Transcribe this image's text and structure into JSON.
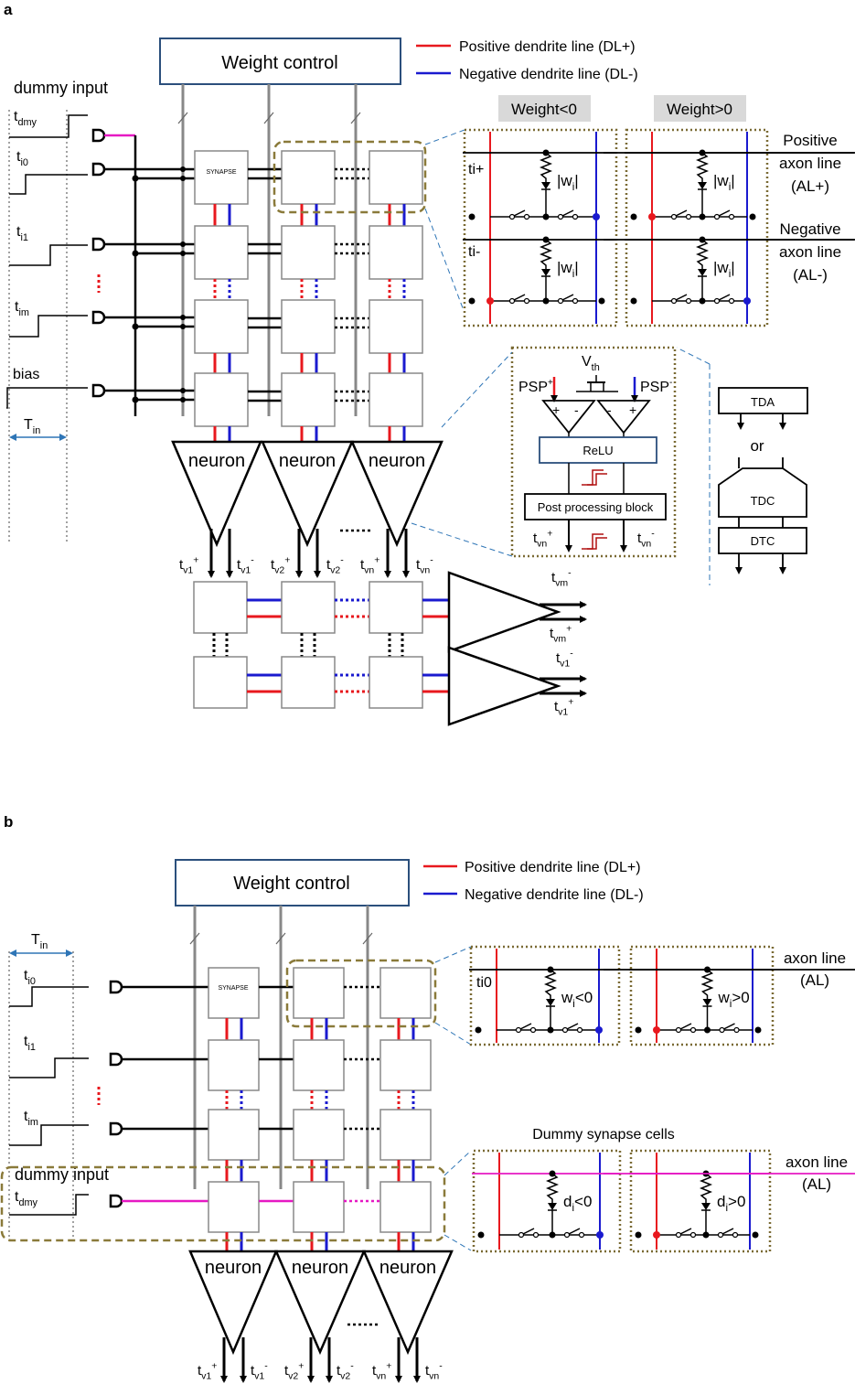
{
  "colors": {
    "positive_line": "#e8181e",
    "negative_line": "#1a1acf",
    "dummy": "#e619c3",
    "box_border": "#2b4f7c",
    "dashed_region": "#8a7a3a",
    "dotted_region": "#7a6a34",
    "weight_label_bg": "#d9d9d9",
    "arrow_blue": "#2e75b6",
    "dark_red": "#b01010"
  },
  "panel_a": {
    "label": "a",
    "weight_control": "Weight control",
    "legend": {
      "positive": "Positive dendrite line (DL+)",
      "negative": "Negative dendrite line (DL-)"
    },
    "dummy_input_label": "dummy input",
    "inputs": {
      "dmy": {
        "base": "t",
        "sub": "dmy"
      },
      "i0": {
        "base": "t",
        "sub": "i0"
      },
      "i1": {
        "base": "t",
        "sub": "i1"
      },
      "im": {
        "base": "t",
        "sub": "im"
      }
    },
    "bias_label": "bias",
    "tin": {
      "base": "T",
      "sub": "in"
    },
    "synapse_label": "SYNAPSE",
    "neuron_label": "neuron",
    "weight_neg_label": "Weight<0",
    "weight_pos_label": "Weight>0",
    "ti_plus": "ti+",
    "ti_minus": "ti-",
    "positive_axon_line": [
      "Positive",
      "axon line",
      "(AL+)"
    ],
    "negative_axon_line": [
      "Negative",
      "axon line",
      "(AL-)"
    ],
    "wi_label": {
      "pre": "|w",
      "sub": "i",
      "post": "|"
    },
    "vth": {
      "base": "V",
      "sub": "th"
    },
    "psp_plus": {
      "base": "PSP",
      "sup": "+"
    },
    "psp_minus": {
      "base": "PSP",
      "sup": "-"
    },
    "relu_label": "ReLU",
    "post_block_label": "Post processing block",
    "tvn_plus": {
      "base": "t",
      "sub": "vn",
      "sup": "+"
    },
    "tvn_minus": {
      "base": "t",
      "sub": "vn",
      "sup": "-"
    },
    "tda_label": "TDA",
    "or_label": "or",
    "tdc_label": "TDC",
    "dtc_label": "DTC",
    "outputs": [
      {
        "base": "t",
        "sub": "v1",
        "sup": "+"
      },
      {
        "base": "t",
        "sub": "v1",
        "sup": "-"
      },
      {
        "base": "t",
        "sub": "v2",
        "sup": "+"
      },
      {
        "base": "t",
        "sub": "v2",
        "sup": "-"
      },
      {
        "base": "t",
        "sub": "vn",
        "sup": "+"
      },
      {
        "base": "t",
        "sub": "vn",
        "sup": "-"
      }
    ],
    "layer2_outputs": [
      {
        "base": "t",
        "sub": "vm",
        "sup": "-"
      },
      {
        "base": "t",
        "sub": "vm",
        "sup": "+"
      },
      {
        "base": "t",
        "sub": "v1",
        "sup": "-"
      },
      {
        "base": "t",
        "sub": "v1",
        "sup": "+"
      }
    ]
  },
  "panel_b": {
    "label": "b",
    "weight_control": "Weight control",
    "legend": {
      "positive": "Positive dendrite line (DL+)",
      "negative": "Negative dendrite line (DL-)"
    },
    "tin": {
      "base": "T",
      "sub": "in"
    },
    "inputs": {
      "i0": {
        "base": "t",
        "sub": "i0"
      },
      "i1": {
        "base": "t",
        "sub": "i1"
      },
      "im": {
        "base": "t",
        "sub": "im"
      },
      "dmy": {
        "base": "t",
        "sub": "dmy"
      }
    },
    "dummy_input_label": "dummy input",
    "synapse_label": "SYNAPSE",
    "neuron_label": "neuron",
    "ti0": "ti0",
    "axon_line": [
      "axon line",
      "(AL)"
    ],
    "wi_neg": {
      "pre": "w",
      "sub": "i",
      "post": "<0"
    },
    "wi_pos": {
      "pre": "w",
      "sub": "i",
      "post": ">0"
    },
    "dummy_cells_title": "Dummy synapse cells",
    "di_neg": {
      "pre": "d",
      "sub": "i",
      "post": "<0"
    },
    "di_pos": {
      "pre": "d",
      "sub": "i",
      "post": ">0"
    },
    "outputs": [
      {
        "base": "t",
        "sub": "v1",
        "sup": "+"
      },
      {
        "base": "t",
        "sub": "v1",
        "sup": "-"
      },
      {
        "base": "t",
        "sub": "v2",
        "sup": "+"
      },
      {
        "base": "t",
        "sub": "v2",
        "sup": "-"
      },
      {
        "base": "t",
        "sub": "vn",
        "sup": "+"
      },
      {
        "base": "t",
        "sub": "vn",
        "sup": "-"
      }
    ]
  }
}
